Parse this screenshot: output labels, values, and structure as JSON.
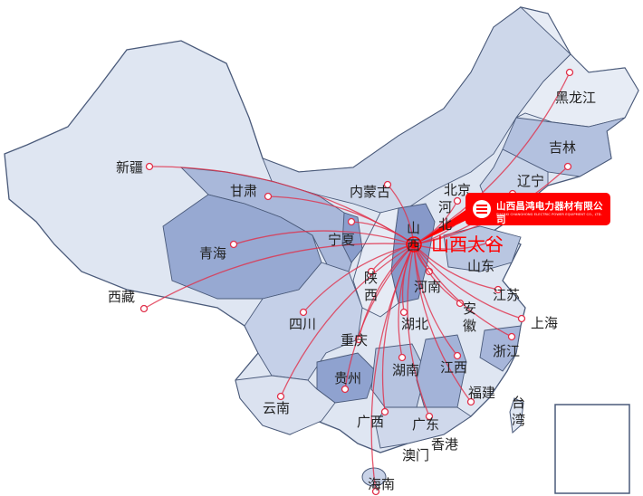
{
  "map": {
    "origin": "山西太谷",
    "company": {
      "name_cn": "山西昌鸿电力器材有限公司",
      "name_en": "SHANXI CHANGHONG ELECTRIC POWER EQUIPMENT CO., LTD."
    },
    "colors": {
      "arc": "#e0304a",
      "origin": "#ff0000",
      "badge": "#ff0000",
      "land_light": "#e4eaf4",
      "land_mid": "#c3cfe6",
      "land_dark": "#98aad3",
      "border": "#4a5a7a"
    },
    "provinces": [
      "新疆",
      "甘肃",
      "内蒙古",
      "北京",
      "辽宁",
      "吉林",
      "黑龙江",
      "河北",
      "山西",
      "宁夏",
      "青海",
      "西藏",
      "陕西",
      "河南",
      "山东",
      "江苏",
      "安徽",
      "上海",
      "浙江",
      "四川",
      "湖北",
      "重庆",
      "湖南",
      "江西",
      "贵州",
      "福建",
      "云南",
      "广西",
      "广东",
      "台湾",
      "香港",
      "澳门",
      "海南"
    ]
  }
}
